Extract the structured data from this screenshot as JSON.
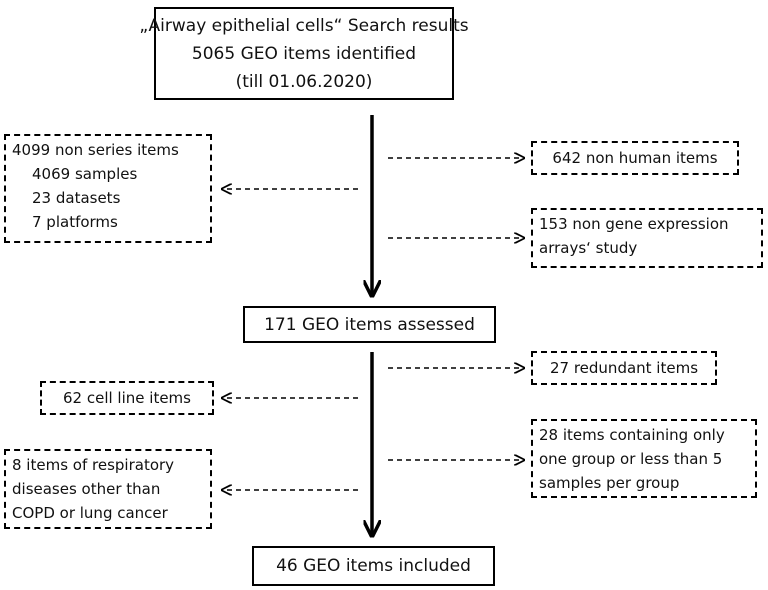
{
  "top": {
    "line1": "„Airway epithelial cells“ Search results",
    "line2": "5065 GEO items identified",
    "line3": "(till 01.06.2020)"
  },
  "non_series": {
    "title": "4099 non series items",
    "items": [
      "4069 samples",
      "23 datasets",
      "7 platforms"
    ]
  },
  "non_human": "642 non human items",
  "non_gene": {
    "line1": "153 non gene expression",
    "line2": "arrays‘ study"
  },
  "assessed": "171 GEO items assessed",
  "redundant": "27 redundant items",
  "cell_line": "62 cell line items",
  "containing_one": {
    "line1": "28 items containing only",
    "line2": "one group or less than 5",
    "line3": "samples per group"
  },
  "respiratory": {
    "line1": "8 items of respiratory",
    "line2": "diseases other than",
    "line3": "COPD or lung cancer"
  },
  "included": "46 GEO items included"
}
